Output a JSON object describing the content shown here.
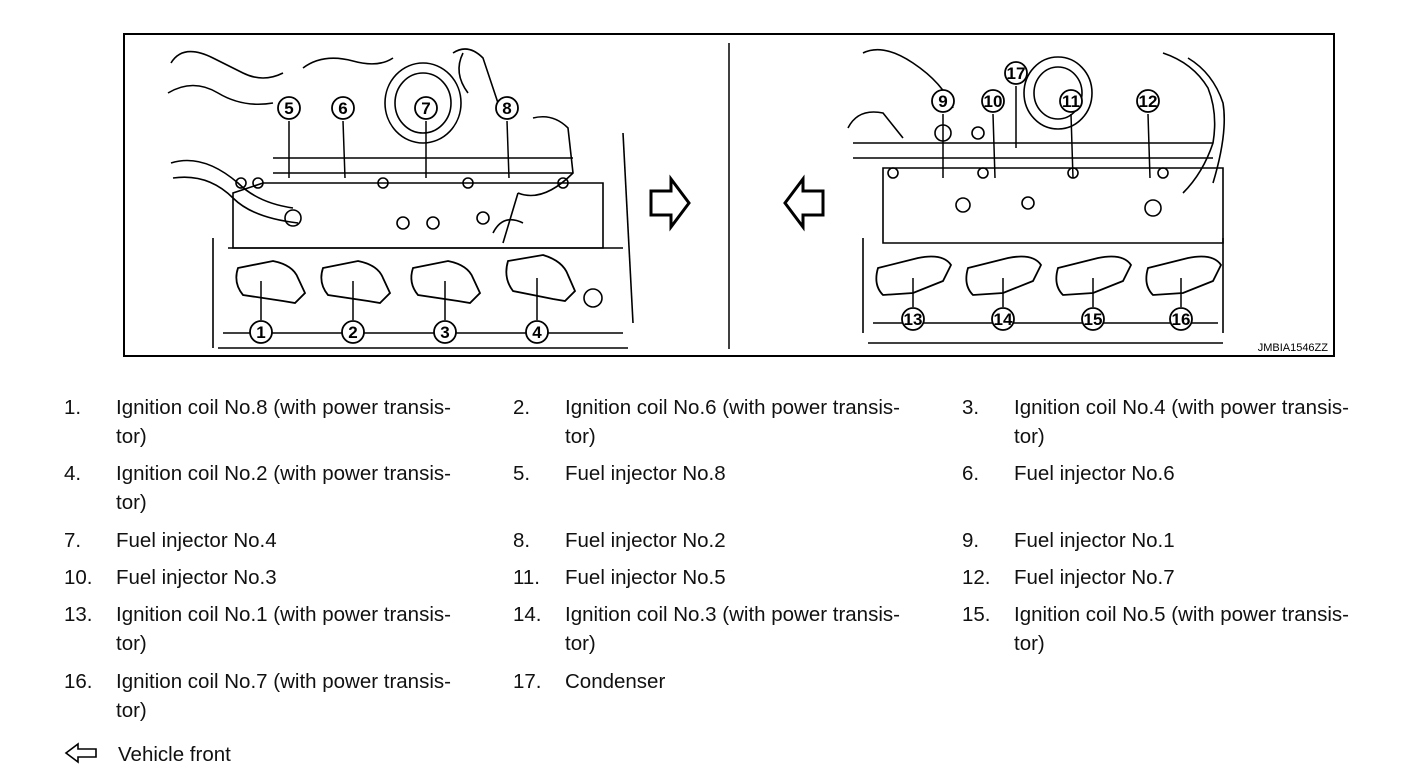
{
  "figure": {
    "code": "JMBIA1546ZZ",
    "callouts_left": [
      "5",
      "6",
      "7",
      "8",
      "1",
      "2",
      "3",
      "4"
    ],
    "callouts_right": [
      "17",
      "9",
      "10",
      "11",
      "12",
      "13",
      "14",
      "15",
      "16"
    ]
  },
  "legend": {
    "items": [
      {
        "num": "1.",
        "text": "Ignition coil No.8 (with power transis-tor)",
        "line1": "Ignition coil No.8 (with power transis-",
        "line2": "tor)"
      },
      {
        "num": "2.",
        "text": "Ignition coil No.6 (with power transis-tor)",
        "line1": "Ignition coil No.6 (with power transis-",
        "line2": "tor)"
      },
      {
        "num": "3.",
        "text": "Ignition coil No.4 (with power transis-tor)",
        "line1": "Ignition coil No.4 (with power transis-",
        "line2": "tor)"
      },
      {
        "num": "4.",
        "text": "Ignition coil No.2 (with power transis-tor)",
        "line1": "Ignition coil No.2 (with power transis-",
        "line2": "tor)"
      },
      {
        "num": "5.",
        "line1": "Fuel injector No.8",
        "line2": ""
      },
      {
        "num": "6.",
        "line1": "Fuel injector No.6",
        "line2": ""
      },
      {
        "num": "7.",
        "line1": "Fuel injector No.4",
        "line2": ""
      },
      {
        "num": "8.",
        "line1": "Fuel injector No.2",
        "line2": ""
      },
      {
        "num": "9.",
        "line1": "Fuel injector No.1",
        "line2": ""
      },
      {
        "num": "10.",
        "line1": "Fuel injector No.3",
        "line2": ""
      },
      {
        "num": "11.",
        "line1": "Fuel injector No.5",
        "line2": ""
      },
      {
        "num": "12.",
        "line1": "Fuel injector No.7",
        "line2": ""
      },
      {
        "num": "13.",
        "line1": "Ignition coil No.1 (with power transis-",
        "line2": "tor)"
      },
      {
        "num": "14.",
        "line1": "Ignition coil No.3 (with power transis-",
        "line2": "tor)"
      },
      {
        "num": "15.",
        "line1": "Ignition coil No.5 (with power transis-",
        "line2": "tor)"
      },
      {
        "num": "16.",
        "line1": "Ignition coil No.7 (with power transis-",
        "line2": "tor)"
      },
      {
        "num": "17.",
        "line1": "Condenser",
        "line2": ""
      }
    ],
    "vehicle_front": "Vehicle front"
  }
}
